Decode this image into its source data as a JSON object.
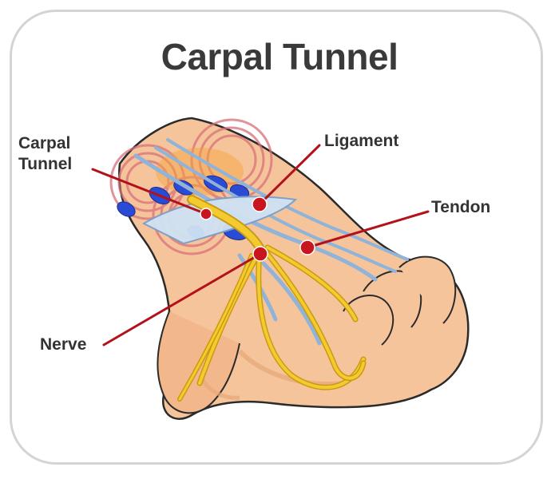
{
  "title": "Carpal Tunnel",
  "labels": {
    "carpal_tunnel": [
      "Carpal",
      "Tunnel"
    ],
    "ligament": "Ligament",
    "tendon": "Tendon",
    "nerve": "Nerve"
  },
  "colors": {
    "skin": "#f6c49b",
    "skin_shadow": "#e7a878",
    "outline": "#2b2b2b",
    "nerve": "#f4cb2f",
    "nerve_dark": "#c99a12",
    "tendon": "#cfe2f3",
    "vessel": "#2a4bd6",
    "pointer": "#b3121b",
    "pain_ring": "#d8707a"
  }
}
